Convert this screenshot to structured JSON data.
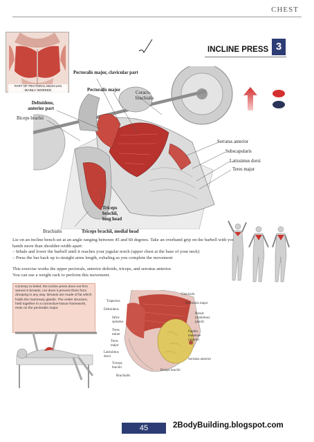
{
  "header": {
    "chapter": "CHEST"
  },
  "exercise": {
    "title": "INCLINE PRESS",
    "number": "3"
  },
  "thumbnail": {
    "caption": "PART OF PECTORAL MUSCLES MAINLY WORKED"
  },
  "labels_left": {
    "pec_clav": "Pectoralis major, clavicular part",
    "pec_major": "Pectoralis major",
    "coraco": "Coraco-brachialis",
    "delt_ant": "Deltoideus, anterior part",
    "biceps": "Biceps brachii",
    "triceps_long": "Triceps brachii, long head",
    "brachialis": "Brachialis",
    "triceps_medial": "Triceps brachii, medial head"
  },
  "labels_right": {
    "serratus": "Serratus anterior",
    "subscap": "Subscapularis",
    "lat": "Latissimus dorsi",
    "teres": "Teres major"
  },
  "instructions": [
    "Lie on an incline bench set at an angle ranging between 45 and 60 degrees. Take an overhand grip on the barbell with your hands more than shoulder-width apart:",
    "– Inhale and lower the barbell until it reaches your jugular notch (upper chest at the base of your neck)",
    "– Press the bar back up to straight arms length, exhaling as you complete the movement"
  ],
  "summary": [
    "This exercise works the upper pectorals, anterior deltoids, triceps, and serratus anterior.",
    "You can use a weight rack to perform this movement."
  ],
  "callout": "Contrary to belief, the incline press does not firm women's breasts, nor does it prevent them from drooping in any way. Breasts are made of fat which holds the mammary glands. The entire structure, held together in a connective-tissue framework, rests on the pectoralis major.",
  "breast_labels": {
    "clavicula": "Clavicula",
    "trapezius": "Trapezius",
    "pec_major": "Pectoralis major",
    "deltoideus": "Deltoideus",
    "breast": "Breast (mammary gland)",
    "infraspinatus": "Infra-spinatus",
    "teres_minor": "Teres minor",
    "papilla": "Papilla mammae (nipple)",
    "teres_major": "Teres major",
    "lat": "Latissimus dorsi",
    "serratus": "Serratus anterior",
    "triceps": "Triceps brachii",
    "biceps": "Biceps brachii",
    "brachialis": "Brachialis"
  },
  "footer": {
    "page": "45",
    "site": "2BodyBuilding.blogspot.com"
  },
  "colors": {
    "navy": "#2d3c74",
    "muscle_red": "#b8332e",
    "callout_bg": "#f6d8cf",
    "dot_red": "#d43030"
  },
  "icons": {
    "direction": "up-arrow-icon"
  }
}
